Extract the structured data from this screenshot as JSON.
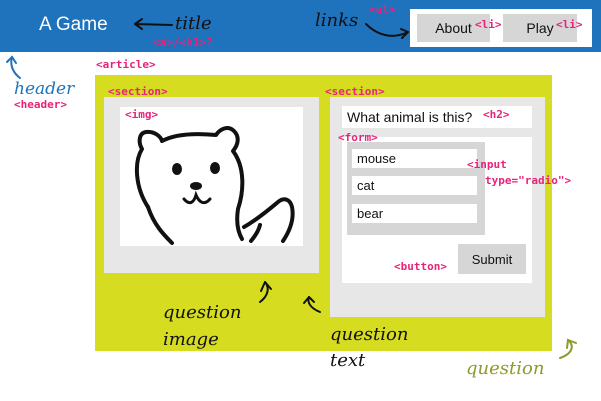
{
  "header": {
    "title": "A Game",
    "nav_links": [
      "About",
      "Play"
    ]
  },
  "question": {
    "prompt": "What animal is this?",
    "options": [
      "mouse",
      "cat",
      "bear"
    ],
    "submit_label": "Submit"
  },
  "tags": {
    "article": "<article>",
    "img_section": "<section>",
    "img": "<img>",
    "text_section": "<section>",
    "h2": "<h2>",
    "form": "<form>",
    "input_1": "<input",
    "input_2": "type=\"radio\">",
    "button": "<button>",
    "header": "<header>",
    "h1": "<a>/<h1>?",
    "ul": "<ul>",
    "li_1": "<li>",
    "li_2": "<li>"
  },
  "annotations": {
    "title": "title",
    "links": "links",
    "header": "header",
    "question_image_1": "question",
    "question_image_2": "image",
    "question_text_1": "question",
    "question_text_2": "text",
    "question": "question"
  },
  "colors": {
    "header_blue": "#1f72bc",
    "article_yellow": "#d6dc20",
    "tag_pink": "#e8237a",
    "annotation_green": "#8f9a2a"
  },
  "icons": [
    "cat-drawing-icon",
    "arrow-icon"
  ]
}
